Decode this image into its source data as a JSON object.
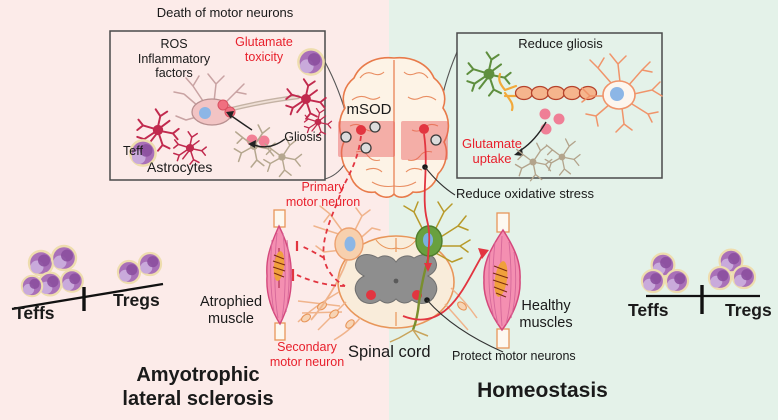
{
  "figure": "ALS vs Homeostasis motor neuron schematic",
  "inset_left": {
    "title": "Death of motor neurons",
    "ros": "ROS\nInflammatory factors",
    "glutamate_toxicity": "Glutamate\ntoxicity",
    "teff": "Teff",
    "astrocytes": "Astrocytes",
    "gliosis": "Gliosis"
  },
  "inset_right": {
    "title": "Reduce gliosis",
    "glutamate_uptake": "Glutamate\nuptake"
  },
  "center": {
    "msod": "mSOD",
    "primary_motor_neuron": "Primary\nmotor neuron",
    "secondary_motor_neuron": "Secondary\nmotor neuron",
    "spinal_cord": "Spinal cord",
    "atrophied_muscle": "Atrophied\nmuscle",
    "healthy_muscles": "Healthy\nmuscles",
    "reduce_oxidative_stress": "Reduce oxidative stress",
    "protect_motor_neurons": "Protect motor neurons"
  },
  "left_panel": {
    "title": "Amyotrophic\nlateral sclerosis",
    "balance": {
      "left": "Teffs",
      "right": "Tregs"
    }
  },
  "right_panel": {
    "title": "Homeostasis",
    "balance": {
      "left": "Teffs",
      "right": "Tregs"
    }
  },
  "colors": {
    "bg_left": "#fcebe9",
    "bg_right": "#e4f2e9",
    "red_text": "#e8202c",
    "text": "#1a1a1a",
    "msod_patch": "#ef8585",
    "muscle_pink": "#f48fb1",
    "cell_purple": "#a970b8",
    "brain_outline": "#e87a4a",
    "healthy_neuron_green": "#69a03f"
  }
}
